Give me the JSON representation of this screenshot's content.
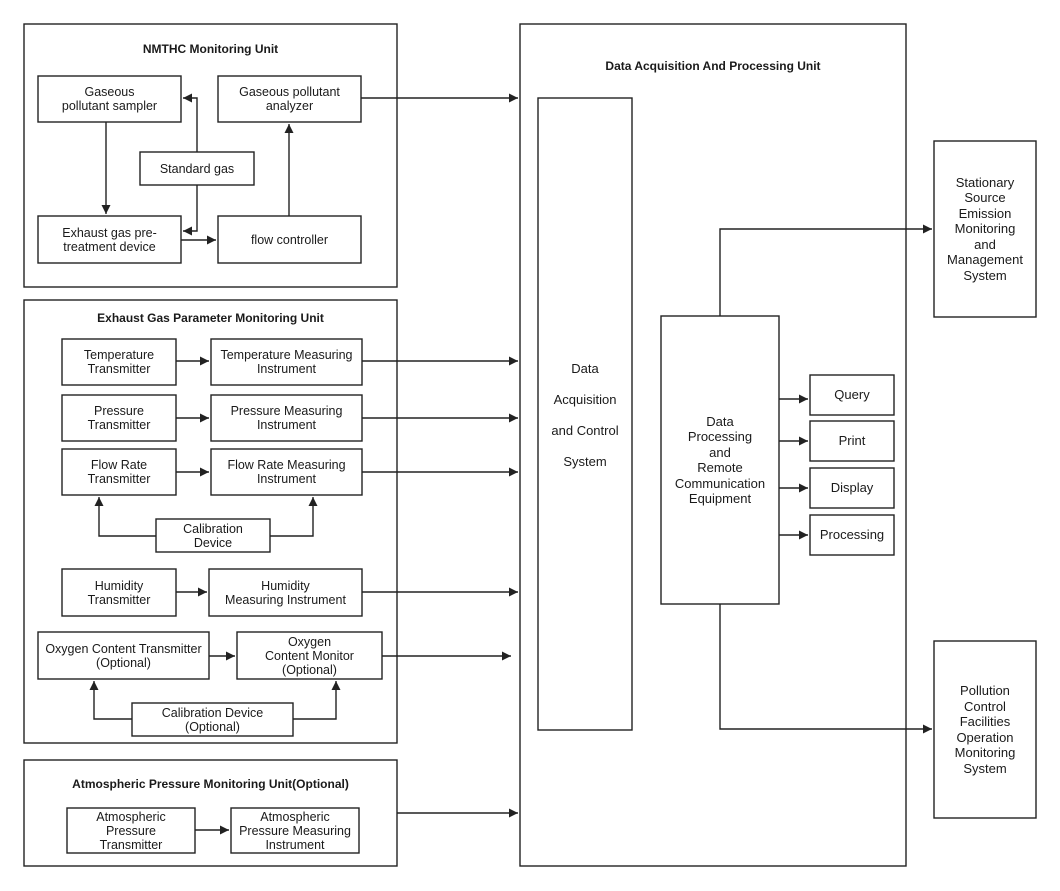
{
  "units": {
    "nmthc": {
      "title": "NMTHC Monitoring Unit",
      "sampler": "Gaseous\npollutant sampler",
      "analyzer": "Gaseous pollutant\nanalyzer",
      "standard_gas": "Standard gas",
      "pretreatment": "Exhaust gas pre-\ntreatment device",
      "flow_controller": "flow controller"
    },
    "exhaust": {
      "title": "Exhaust Gas Parameter Monitoring Unit",
      "temp_transmitter": "Temperature\nTransmitter",
      "temp_instrument": "Temperature Measuring\nInstrument",
      "pressure_transmitter": "Pressure\nTransmitter",
      "pressure_instrument": "Pressure Measuring\nInstrument",
      "flow_transmitter": "Flow Rate\nTransmitter",
      "flow_instrument": "Flow Rate Measuring\nInstrument",
      "calibration_device": "Calibration\nDevice",
      "humidity_transmitter": "Humidity\nTransmitter",
      "humidity_instrument": "Humidity\nMeasuring Instrument",
      "oxygen_transmitter": "Oxygen Content Transmitter\n(Optional)",
      "oxygen_monitor": "Oxygen\nContent Monitor\n(Optional)",
      "calibration_optional": "Calibration Device\n(Optional)"
    },
    "atmospheric": {
      "title": "Atmospheric Pressure Monitoring Unit(Optional)",
      "transmitter": "Atmospheric\nPressure\nTransmitter",
      "instrument": "Atmospheric\nPressure Measuring\nInstrument"
    },
    "daq": {
      "title": "Data Acquisition And Processing Unit",
      "system": "Data\nAcquisition\nand Control\nSystem",
      "processing_equipment": "Data\nProcessing\nand\nRemote\nCommunication\nEquipment",
      "outputs": [
        "Query",
        "Print",
        "Display",
        "Processing"
      ]
    }
  },
  "external": {
    "stationary": "Stationary\nSource\nEmission\nMonitoring\nand\nManagement\nSystem",
    "pollution": "Pollution\nControl\nFacilities\nOperation\nMonitoring\nSystem"
  }
}
